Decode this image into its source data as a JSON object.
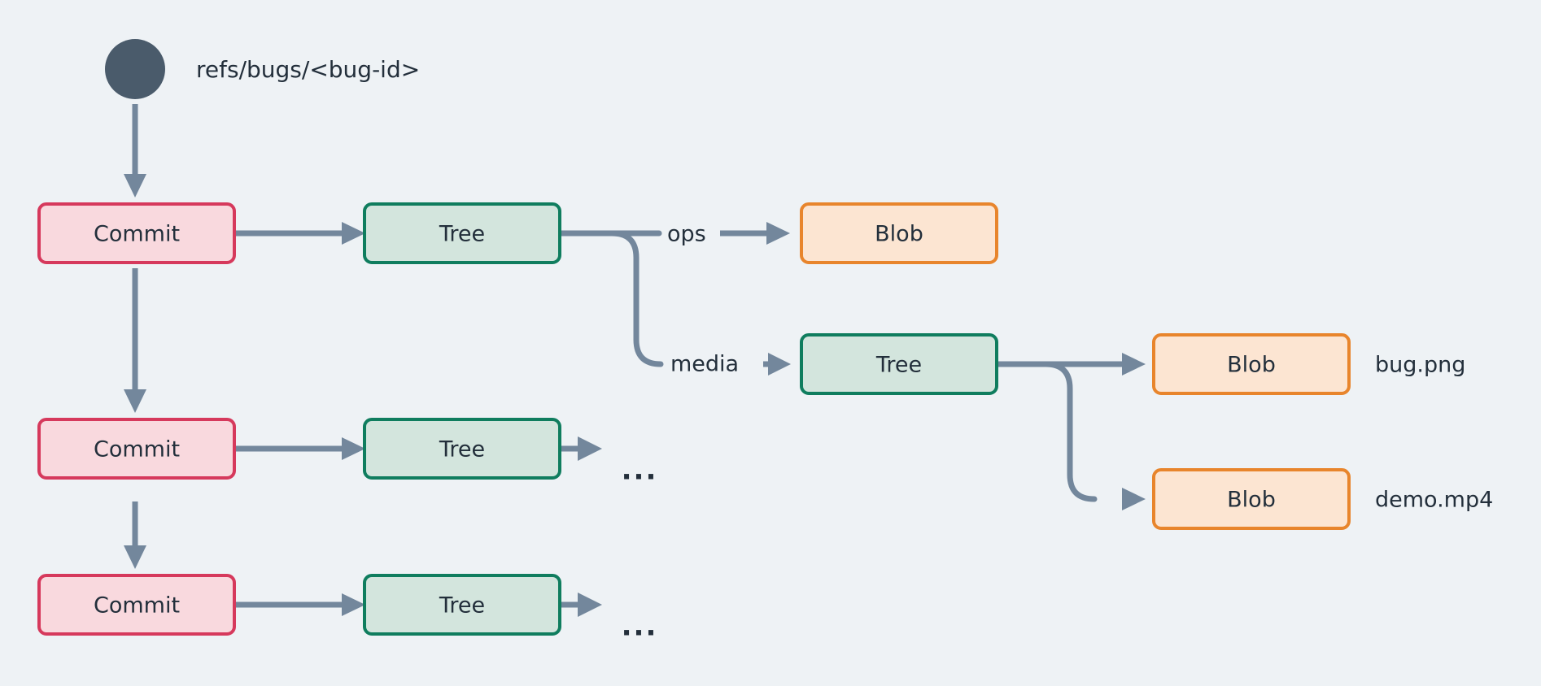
{
  "diagram": {
    "title": "git-object-graph",
    "background_color": "#eef2f5",
    "ref": {
      "label": "refs/bugs/<bug-id>",
      "dot_color": "#4a5b6b"
    },
    "colors": {
      "commit_fill": "#f9d9de",
      "commit_stroke": "#d6395c",
      "tree_fill": "#d3e5dd",
      "tree_stroke": "#0f7d5e",
      "blob_fill": "#fce5d2",
      "blob_stroke": "#e8852c",
      "edge": "#73879c",
      "text": "#232f3b"
    },
    "nodes": {
      "commit_1": "Commit",
      "commit_2": "Commit",
      "commit_3": "Commit",
      "tree_1": "Tree",
      "tree_2": "Tree",
      "tree_3": "Tree",
      "tree_media": "Tree",
      "blob_ops": "Blob",
      "blob_bugpng": "Blob",
      "blob_demomp4": "Blob"
    },
    "edge_labels": {
      "ops": "ops",
      "media": "media"
    },
    "side_labels": {
      "bug_png": "bug.png",
      "demo_mp4": "demo.mp4"
    },
    "ellipsis": {
      "row_2": "...",
      "row_3": "..."
    }
  }
}
